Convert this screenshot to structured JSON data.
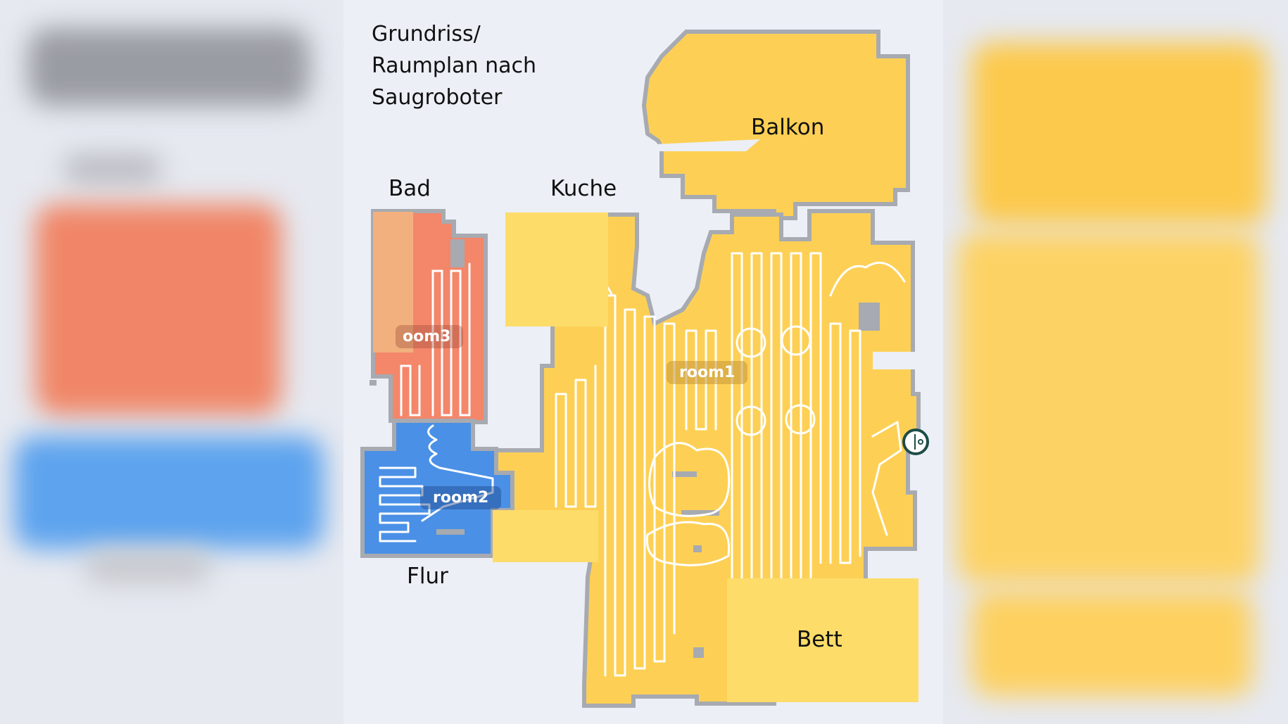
{
  "title": {
    "line1": "Grundriss/",
    "line2": "Raumplan nach",
    "line3": "Saugroboter"
  },
  "annotations": {
    "bad": "Bad",
    "kuche": "Kuche",
    "balkon": "Balkon",
    "flur": "Flur",
    "bett": "Bett"
  },
  "room_tags": {
    "room1": "room1",
    "room2": "room2",
    "room3": "oom3"
  },
  "colors": {
    "room1": "#fdd055",
    "room2": "#4a90e6",
    "room3": "#f4866a",
    "wall": "#a7aab0",
    "overlay_yellow": "#fddc6a",
    "overlay_orange": "#f2b07e",
    "robot": "#1f4d48"
  },
  "icons": {
    "robot": "robot-vacuum-icon"
  }
}
